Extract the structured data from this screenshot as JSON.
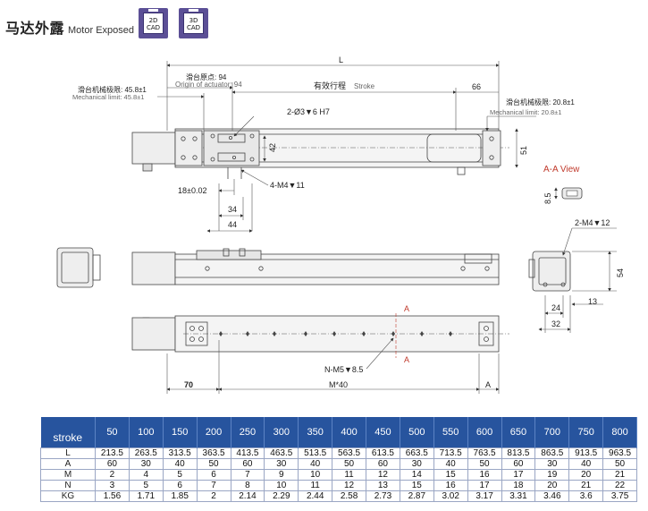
{
  "header": {
    "title_cn": "马达外露",
    "title_en": "Motor Exposed",
    "cad_2d": [
      "2D",
      "CAD"
    ],
    "cad_3d": [
      "3D",
      "CAD"
    ]
  },
  "drawing": {
    "L": "L",
    "origin_cn": "滑台原点: 94",
    "origin_en": "Origin of actuator: 94",
    "mech_left_cn": "滑台机械极限: 45.8±1",
    "mech_left_en": "Mechanical limit: 45.8±1",
    "stroke_cn": "有效行程",
    "stroke_en": "Stroke",
    "dim_66": "66",
    "mech_right_cn": "滑台机械极限: 20.8±1",
    "mech_right_en": "Mechanical limit: 20.8±1",
    "hole_2": "2-Ø3▼6 H7",
    "dim_42": "42",
    "dim_51": "51",
    "thread_4": "4-M4▼11",
    "dim_18": "18±0.02",
    "dim_34": "34",
    "dim_44": "44",
    "aa_view": "A-A View",
    "dim_85": "8.5",
    "thread_2": "2-M4▼12",
    "dim_54": "54",
    "dim_24": "24",
    "dim_13": "13",
    "dim_32": "32",
    "section_a": "A",
    "thread_n": "N-M5▼8.5",
    "dim_70": "70",
    "dim_m": "M*40",
    "dim_a": "A"
  },
  "table": {
    "row_label": "stroke",
    "headers": [
      "50",
      "100",
      "150",
      "200",
      "250",
      "300",
      "350",
      "400",
      "450",
      "500",
      "550",
      "600",
      "650",
      "700",
      "750",
      "800"
    ],
    "rows": [
      {
        "label": "L",
        "values": [
          "213.5",
          "263.5",
          "313.5",
          "363.5",
          "413.5",
          "463.5",
          "513.5",
          "563.5",
          "613.5",
          "663.5",
          "713.5",
          "763.5",
          "813.5",
          "863.5",
          "913.5",
          "963.5"
        ]
      },
      {
        "label": "A",
        "values": [
          "60",
          "30",
          "40",
          "50",
          "60",
          "30",
          "40",
          "50",
          "60",
          "30",
          "40",
          "50",
          "60",
          "30",
          "40",
          "50"
        ]
      },
      {
        "label": "M",
        "values": [
          "2",
          "4",
          "5",
          "6",
          "7",
          "9",
          "10",
          "11",
          "12",
          "14",
          "15",
          "16",
          "17",
          "19",
          "20",
          "21"
        ]
      },
      {
        "label": "N",
        "values": [
          "3",
          "5",
          "6",
          "7",
          "8",
          "10",
          "11",
          "12",
          "13",
          "15",
          "16",
          "17",
          "18",
          "20",
          "21",
          "22"
        ]
      },
      {
        "label": "KG",
        "values": [
          "1.56",
          "1.71",
          "1.85",
          "2",
          "2.14",
          "2.29",
          "2.44",
          "2.58",
          "2.73",
          "2.87",
          "3.02",
          "3.17",
          "3.31",
          "3.46",
          "3.6",
          "3.75"
        ]
      }
    ]
  }
}
